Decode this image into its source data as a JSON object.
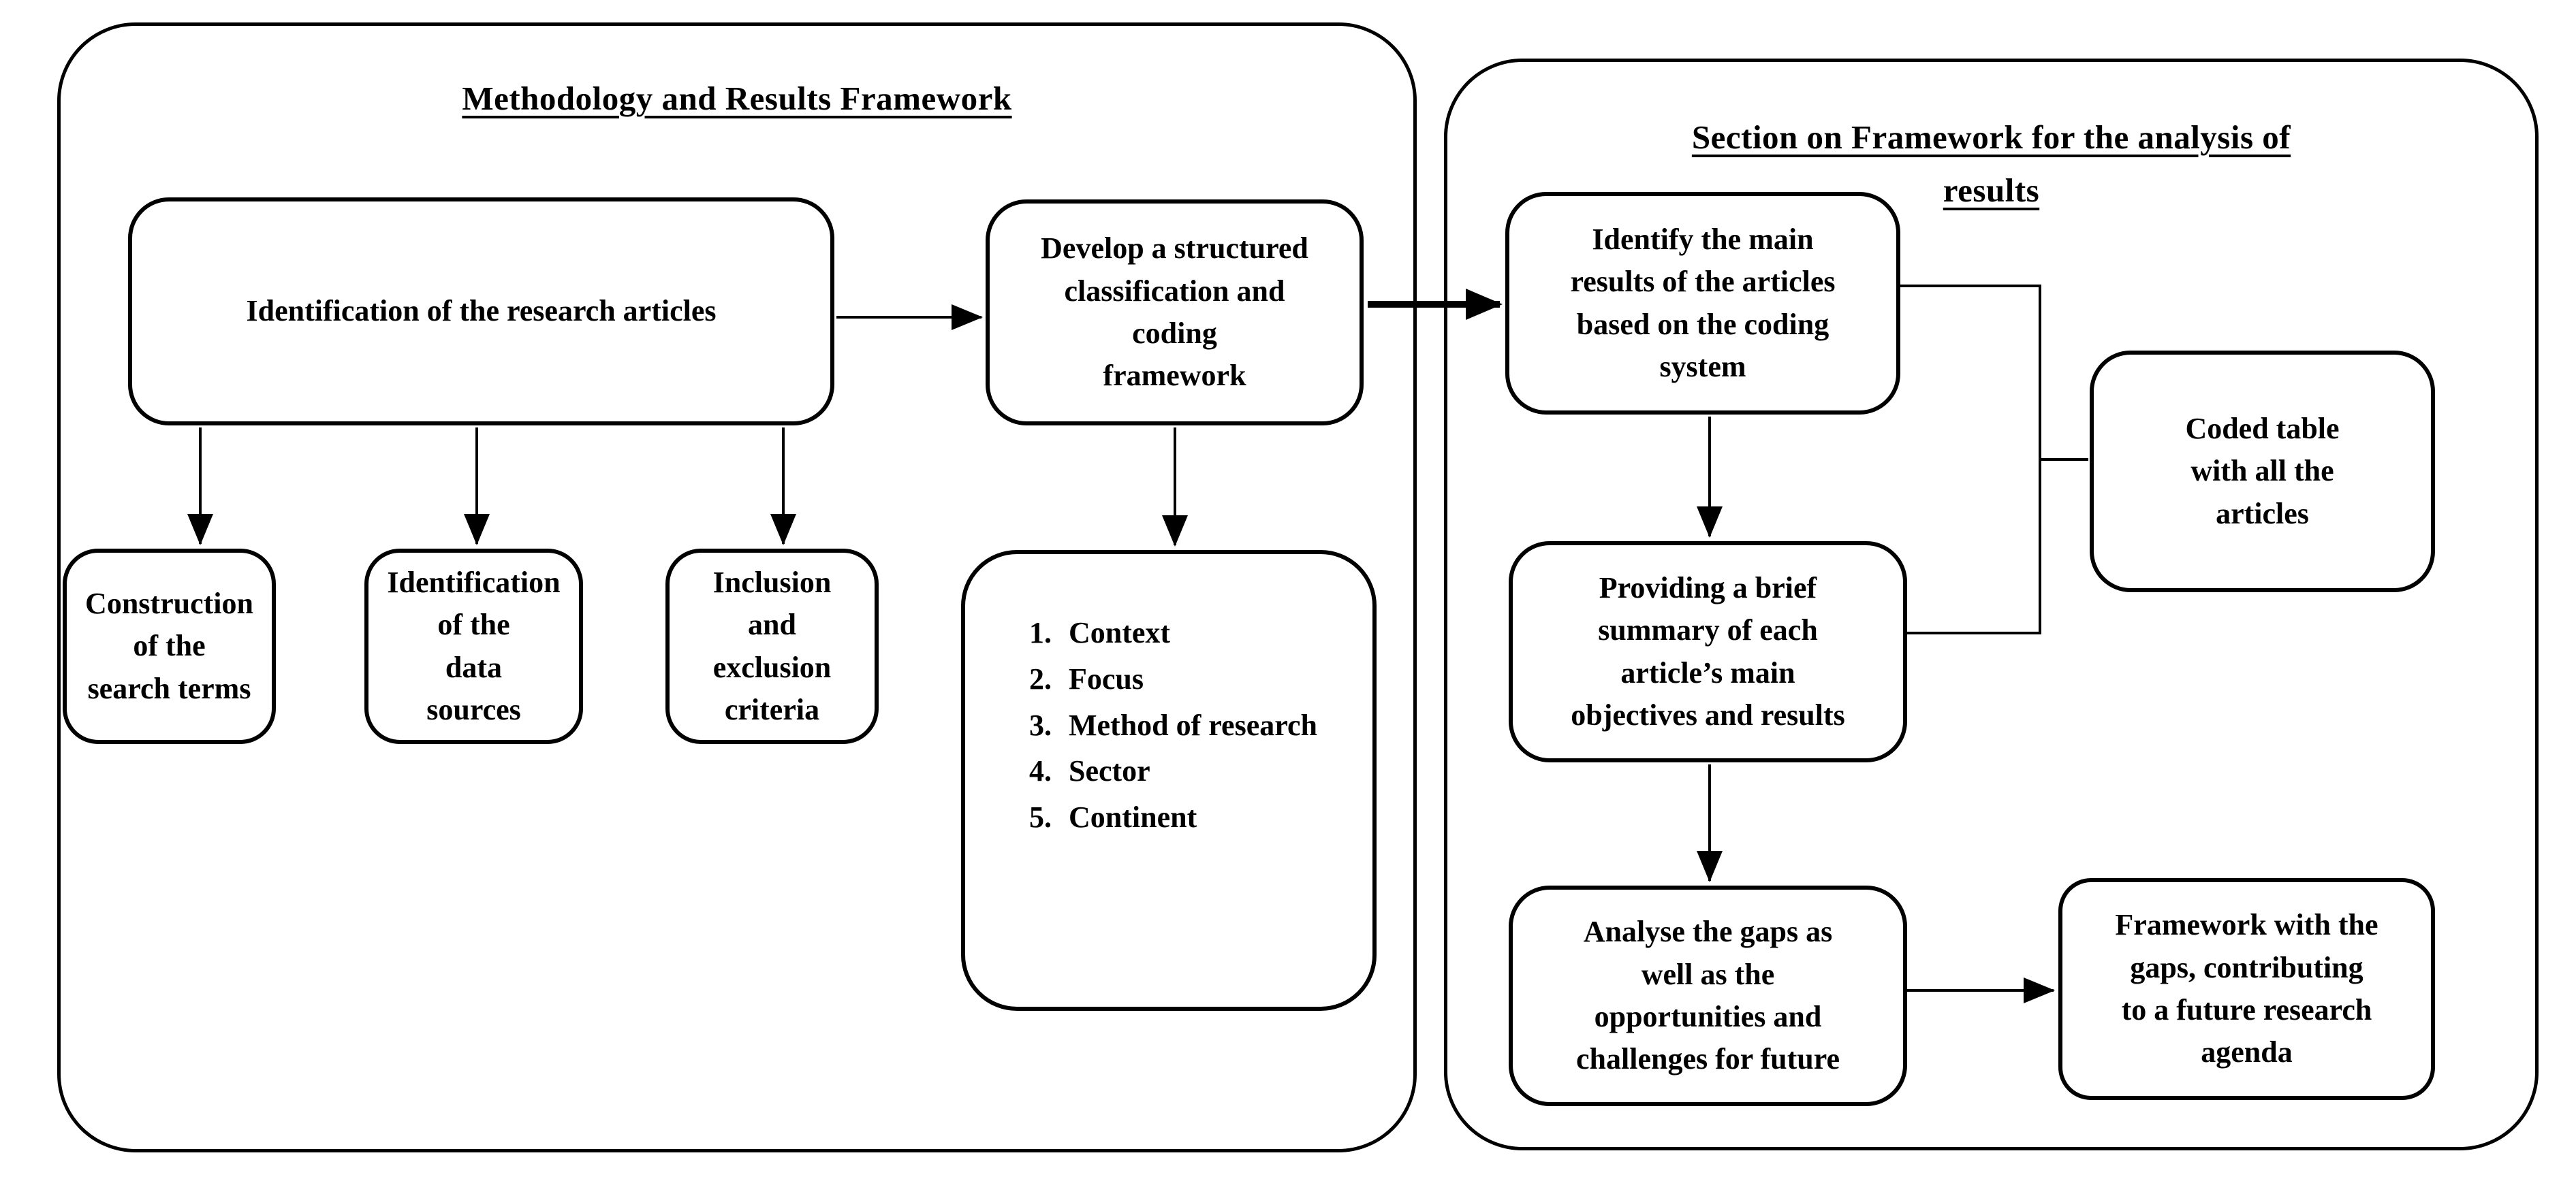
{
  "figure": {
    "type": "flowchart",
    "colors": {
      "background": "#ffffff",
      "stroke": "#000000",
      "box_fill": "#ffffff",
      "text": "#000000"
    }
  },
  "left_section": {
    "title": "Methodology and Results Framework",
    "boxes": {
      "identification_articles": "Identification of the research articles",
      "construction_search_terms": "Construction\nof the\nsearch terms",
      "identification_data_sources": "Identification\nof the\ndata\nsources",
      "inclusion_exclusion": "Inclusion\nand\nexclusion\ncriteria",
      "develop_framework": "Develop a structured\nclassification and\ncoding\nframework"
    },
    "coding_list": {
      "items": [
        "Context",
        "Focus",
        "Method of research",
        "Sector",
        "Continent"
      ]
    }
  },
  "right_section": {
    "title": "Section on Framework for the analysis of\nresults",
    "boxes": {
      "identify_results": "Identify the main\nresults of the articles\nbased on the coding\nsystem",
      "providing_summary": "Providing a brief\nsummary of each\narticle’s main\nobjectives and results",
      "analyse_gaps": "Analyse the gaps as\nwell as the\nopportunities and\nchallenges for future",
      "coded_table": "Coded table\nwith all the\narticles",
      "framework_gaps": "Framework with the\ngaps, contributing\nto a future research\nagenda"
    }
  }
}
